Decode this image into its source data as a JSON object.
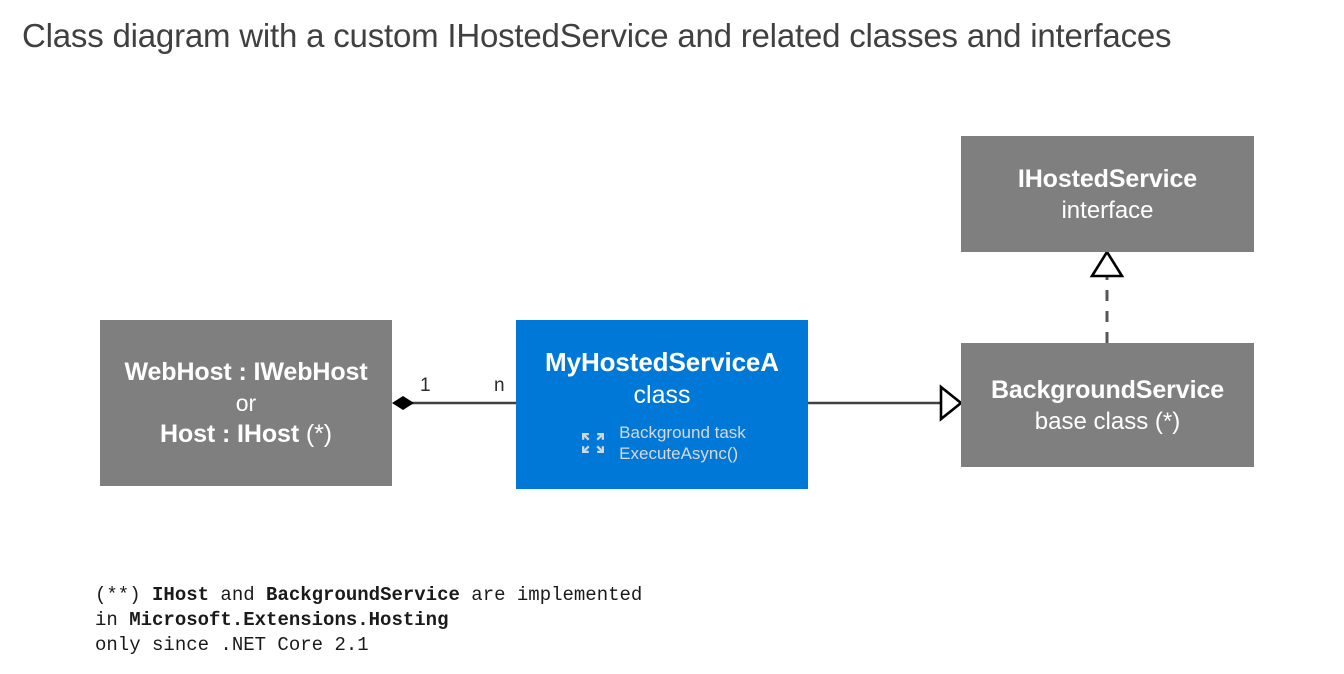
{
  "title": "Class diagram with a custom IHostedService and related classes and interfaces",
  "colors": {
    "gray_box": "#7f7f7f",
    "blue_box": "#0078d7",
    "title_text": "#404040",
    "connector": "#404040",
    "note_text": "#1a1a1a",
    "box_text": "#ffffff",
    "muted_box_text": "#d8d8d8"
  },
  "nodes": {
    "webhost": {
      "title": "WebHost : IWebHost",
      "or_label": "or",
      "alt_title": "Host : IHost",
      "alt_suffix": "(*)",
      "kind": "gray"
    },
    "myhostedservice": {
      "title": "MyHostedServiceA",
      "stereotype": "class",
      "task_line_1": "Background task",
      "task_line_2": "ExecuteAsync()",
      "icon": "sync-arrows-icon",
      "kind": "blue"
    },
    "ihostedservice": {
      "title": "IHostedService",
      "stereotype": "interface",
      "kind": "gray"
    },
    "backgroundservice": {
      "title": "BackgroundService",
      "stereotype": "base class (*)",
      "kind": "gray"
    }
  },
  "connectors": {
    "composition": {
      "from": "webhost",
      "to": "myhostedservice",
      "type": "composition",
      "source_multiplicity": "1",
      "target_multiplicity": "n"
    },
    "inheritance": {
      "from": "myhostedservice",
      "to": "backgroundservice",
      "type": "generalization"
    },
    "realization": {
      "from": "backgroundservice",
      "to": "ihostedservice",
      "type": "realization-dashed"
    }
  },
  "footnote": {
    "line1_pre": "(**) ",
    "line1_b1": "IHost",
    "line1_mid": " and ",
    "line1_b2": "BackgroundService",
    "line1_post": " are implemented",
    "line2_pre": "in ",
    "line2_b1": "Microsoft.Extensions.Hosting",
    "line3": "only since .NET Core 2.1"
  }
}
